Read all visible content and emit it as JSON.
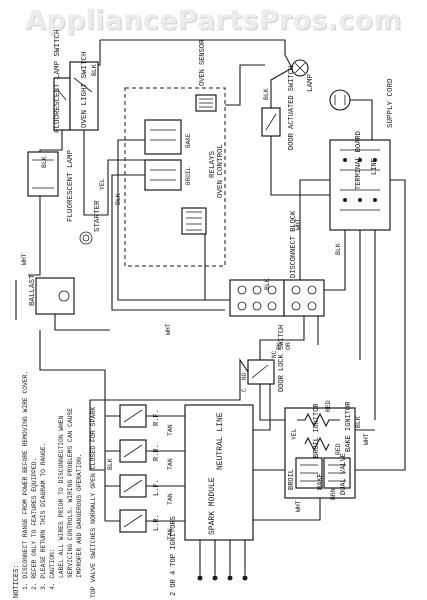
{
  "watermark": "AppliancePartsPros.com",
  "labels": {
    "fluorescent_lamp_switch": "FLUORESCENT LAMP SWITCH",
    "oven_light_switch": "OVEN LIGHT SWITCH",
    "fluorescent_lamp": "FLUORESCENT LAMP",
    "starter": "STARTER",
    "ballast": "BALLAST",
    "oven_sensor": "OVEN SENSOR",
    "relays": "RELAYS",
    "oven_control": "OVEN CONTROL",
    "broil": "BROIL",
    "bake": "BAKE",
    "door_actuated_switch": "DOOR ACTUATED SWITCH",
    "lamp": "LAMP",
    "supply_cord": "SUPPLY CORD",
    "terminal_board": "TERMINAL BOARD",
    "line": "LINE",
    "disconnect_block": "DISCONNECT BLOCK",
    "door_lock_switch": "DOOR LOCK SWITCH",
    "broil_ignitor": "BROIL IGNITOR",
    "bake_ignitor": "BAKE IGNITOR",
    "dual_valve": "DUAL VALVE",
    "neutral_line": "NEUTRAL LINE",
    "spark_module": "SPARK MODULE",
    "ignitors_note": "2 OR 4 TOP IGNITORS",
    "top_valve_switches": "TOP VALVE SWITCHES NORMALLY OPEN CLOSED FOR SPARK",
    "l_r": "L.R.",
    "l_f": "L.F.",
    "r_r": "R.R.",
    "r_f": "R.F."
  },
  "wire_colors": {
    "blk": "BLK",
    "wht": "WHT",
    "yel": "YEL",
    "tan": "TAN",
    "red": "RED",
    "pk": "PK",
    "or": "OR",
    "brn": "BRN",
    "no": "NO",
    "nc": "NC",
    "c": "C"
  },
  "notices": {
    "title": "NOTICES:",
    "items": [
      "1. DISCONNECT RANGE FROM POWER BEFORE REMOVING WIRE COVER.",
      "2. REFER ONLY TO FEATURES EQUIPPED.",
      "3. PLEASE RETURN THIS DIAGRAM TO RANGE.",
      "4. CAUTION:",
      "LABEL ALL WIRES PRIOR TO DISCONNECTION WHEN",
      "SERVICING CONTROLS. WIRING PROBLEMS CAN CAUSE",
      "IMPROPER AND DANGEROUS OPERATION."
    ]
  }
}
